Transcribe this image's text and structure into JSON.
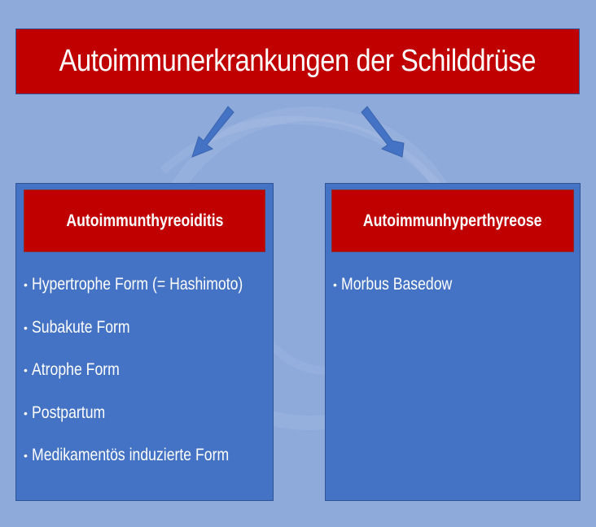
{
  "title": "Autoimmunerkrankungen der Schilddrüse",
  "colors": {
    "background": "#8eaadb",
    "title_bg": "#c00000",
    "panel_bg": "#4472c4",
    "panel_border": "#2f5597",
    "arrow": "#4472c4",
    "text": "#ffffff"
  },
  "arrows": [
    {
      "direction": "down-left",
      "icon": "arrow-down-left-icon"
    },
    {
      "direction": "down-right",
      "icon": "arrow-down-right-icon"
    }
  ],
  "panels": [
    {
      "header": "Autoimmunthyreoiditis",
      "items": [
        "Hypertrophe Form (= Hashimoto)",
        "Subakute Form",
        "Atrophe Form",
        "Postpartum",
        "Medikamentös induzierte Form"
      ]
    },
    {
      "header": "Autoimmunhyperthyreose",
      "items": [
        "Morbus Basedow"
      ]
    }
  ]
}
